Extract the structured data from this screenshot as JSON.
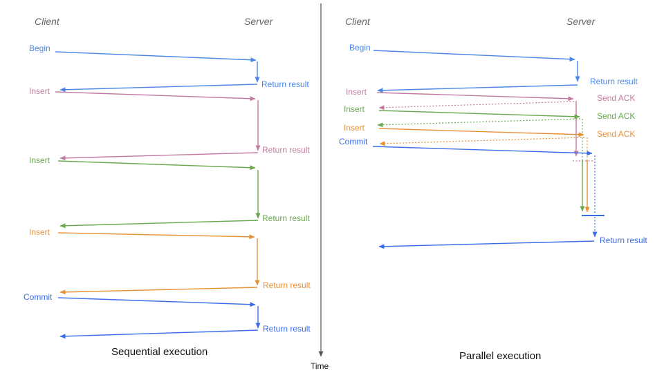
{
  "colors": {
    "blue": "#4a86e8",
    "pink": "#c27ba0",
    "green": "#6aa84f",
    "orange": "#e69138",
    "commit_blue": "#3b6ce8",
    "axis_gray": "#595959",
    "header_gray": "#666666",
    "caption_black": "#111111"
  },
  "headers": {
    "client": "Client",
    "server": "Server"
  },
  "sequential": {
    "caption": "Sequential execution",
    "messages": [
      {
        "label": "Begin",
        "response": "Return result"
      },
      {
        "label": "Insert",
        "response": "Return result"
      },
      {
        "label": "Insert",
        "response": "Return result"
      },
      {
        "label": "Insert",
        "response": "Return result"
      },
      {
        "label": "Commit",
        "response": "Return result"
      }
    ]
  },
  "parallel": {
    "caption": "Parallel execution",
    "messages": [
      {
        "label": "Begin",
        "response": "Return result"
      },
      {
        "label": "Insert",
        "ack": "Send ACK"
      },
      {
        "label": "Insert",
        "ack": "Send ACK"
      },
      {
        "label": "Insert",
        "ack": "Send ACK"
      },
      {
        "label": "Commit",
        "response": "Return result"
      }
    ]
  },
  "time_axis": {
    "label": "Time"
  }
}
